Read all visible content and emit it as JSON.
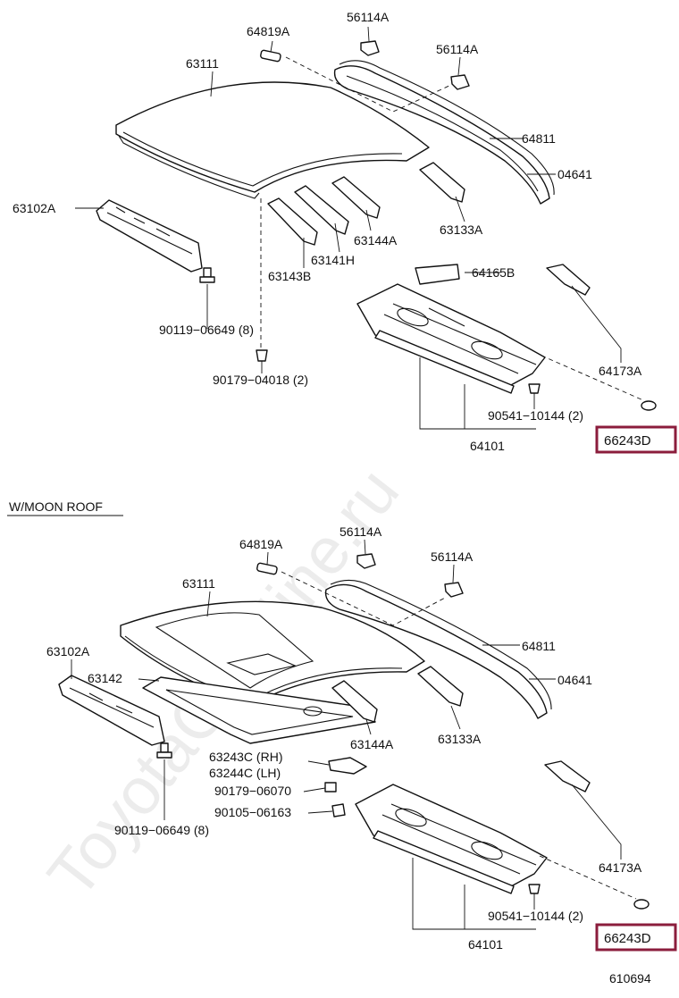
{
  "colors": {
    "highlight": "#8b1d3c",
    "line": "#111111",
    "watermark": "#000000"
  },
  "watermark": "ToyotaCarMine.ru",
  "section2_title": "W/MOON ROOF",
  "figure_code": "610694",
  "top": {
    "l_64819A": "64819A",
    "l_56114A_1": "56114A",
    "l_56114A_2": "56114A",
    "l_63111": "63111",
    "l_64811": "64811",
    "l_04641": "04641",
    "l_63102A": "63102A",
    "l_63144A": "63144A",
    "l_63133A": "63133A",
    "l_63141H": "63141H",
    "l_63143B": "63143B",
    "l_64165B": "64165B",
    "l_90119": "90119−06649 (8)",
    "l_90179": "90179−04018 (2)",
    "l_64173A": "64173A",
    "l_90541": "90541−10144 (2)",
    "l_64101": "64101",
    "l_66243D": "66243D"
  },
  "bottom": {
    "l_64819A": "64819A",
    "l_56114A_1": "56114A",
    "l_56114A_2": "56114A",
    "l_63111": "63111",
    "l_63102A": "63102A",
    "l_63142": "63142",
    "l_64811": "64811",
    "l_04641": "04641",
    "l_63144A": "63144A",
    "l_63133A": "63133A",
    "l_63243C": "63243C (RH)",
    "l_63244C": "63244C (LH)",
    "l_90179": "90179−06070",
    "l_90105": "90105−06163",
    "l_90119": "90119−06649 (8)",
    "l_64173A": "64173A",
    "l_90541": "90541−10144 (2)",
    "l_64101": "64101",
    "l_66243D": "66243D"
  }
}
